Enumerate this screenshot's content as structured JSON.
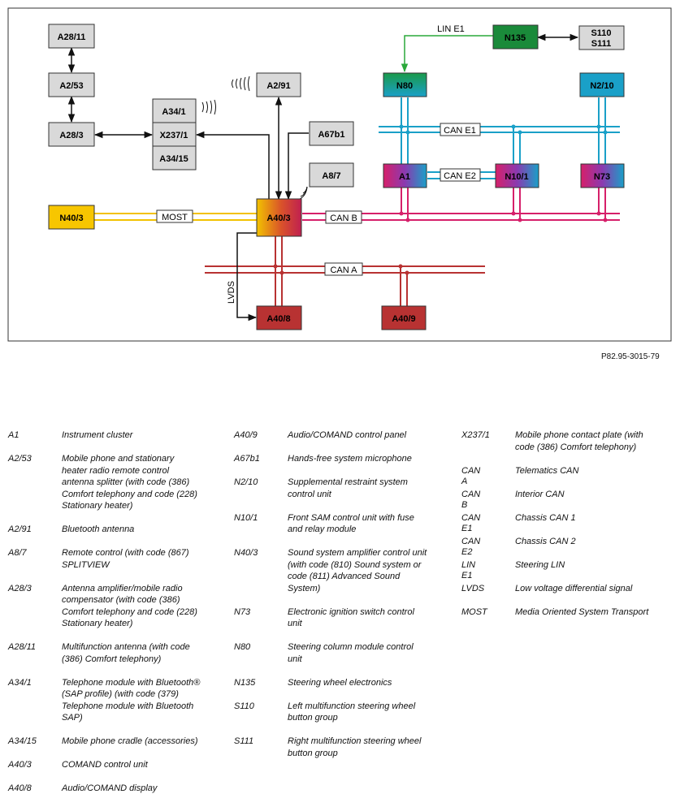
{
  "figure_id": "P82.95-3015-79",
  "boxes": {
    "A28_11": "A28/11",
    "A2_53": "A2/53",
    "A28_3": "A28/3",
    "A34_1": "A34/1",
    "X237_1": "X237/1",
    "A34_15": "A34/15",
    "A2_91": "A2/91",
    "A67b1": "A67b1",
    "A8_7": "A8/7",
    "N40_3": "N40/3",
    "A40_3": "A40/3",
    "A40_8": "A40/8",
    "A40_9": "A40/9",
    "N135": "N135",
    "S110": "S110",
    "S111": "S111",
    "N80": "N80",
    "N2_10": "N2/10",
    "A1": "A1",
    "N10_1": "N10/1",
    "N73": "N73"
  },
  "buses": {
    "lin_e1": "LIN E1",
    "can_e1": "CAN E1",
    "can_e2": "CAN E2",
    "can_b": "CAN B",
    "can_a": "CAN A",
    "most": "MOST",
    "lvds": "LVDS"
  },
  "colors": {
    "most": "#f2c200",
    "can_b": "#d6206a",
    "can_a": "#b83232",
    "can_e": "#1aa0c8",
    "lin": "#2aa83a",
    "box_gray": "#d9d9d9"
  },
  "legend": [
    [
      {
        "code": "A1",
        "desc": [
          "Instrument cluster"
        ]
      },
      {
        "code": "A2/53",
        "desc": [
          "Mobile phone and stationary",
          "heater radio remote control",
          "antenna splitter (with code (386)",
          "Comfort telephony and code (228)",
          "Stationary heater)"
        ]
      },
      {
        "code": "A2/91",
        "desc": [
          "Bluetooth antenna"
        ]
      },
      {
        "code": "A8/7",
        "desc": [
          "Remote control (with code (867)",
          "SPLITVIEW"
        ]
      },
      {
        "code": "A28/3",
        "desc": [
          "Antenna amplifier/mobile radio",
          "compensator (with code (386)",
          "Comfort telephony and code (228)",
          "Stationary heater)"
        ]
      },
      {
        "code": "A28/11",
        "desc": [
          "Multifunction antenna (with code",
          "(386) Comfort telephony)"
        ]
      },
      {
        "code": "A34/1",
        "desc": [
          "Telephone module with Bluetooth®",
          "(SAP profile) (with code (379)",
          "Telephone module with Bluetooth",
          "SAP)"
        ]
      },
      {
        "code": "A34/15",
        "desc": [
          "Mobile phone cradle (accessories)"
        ]
      },
      {
        "code": "A40/3",
        "desc": [
          "COMAND control unit"
        ]
      },
      {
        "code": "A40/8",
        "desc": [
          "Audio/COMAND display"
        ]
      }
    ],
    [
      {
        "code": "A40/9",
        "desc": [
          "Audio/COMAND control panel"
        ]
      },
      {
        "code": "A67b1",
        "desc": [
          "Hands-free system microphone"
        ]
      },
      {
        "code": "N2/10",
        "desc": [
          "Supplemental restraint system",
          "control unit"
        ]
      },
      {
        "code": "N10/1",
        "desc": [
          "Front SAM control unit with fuse",
          "and relay module"
        ]
      },
      {
        "code": "N40/3",
        "desc": [
          "Sound system amplifier control unit",
          "(with code (810) Sound system or",
          "code (811) Advanced Sound",
          "System)"
        ]
      },
      {
        "code": "N73",
        "desc": [
          "Electronic ignition switch control",
          "unit"
        ]
      },
      {
        "code": "N80",
        "desc": [
          "Steering column module control",
          "unit"
        ]
      },
      {
        "code": "N135",
        "desc": [
          "Steering wheel electronics"
        ]
      },
      {
        "code": "S110",
        "desc": [
          "Left multifunction steering wheel",
          "button group"
        ]
      },
      {
        "code": "S111",
        "desc": [
          "Right multifunction steering wheel",
          "button group"
        ]
      }
    ],
    [
      {
        "code": "X237/1",
        "desc": [
          "Mobile phone contact plate (with",
          "code (386) Comfort telephony)"
        ]
      },
      {
        "code": "CAN A",
        "desc": [
          "Telematics CAN"
        ]
      },
      {
        "code": "CAN B",
        "desc": [
          "Interior CAN"
        ]
      },
      {
        "code": "CAN E1",
        "desc": [
          "Chassis CAN 1"
        ]
      },
      {
        "code": "CAN E2",
        "desc": [
          "Chassis CAN 2"
        ]
      },
      {
        "code": "LIN E1",
        "desc": [
          "Steering LIN"
        ]
      },
      {
        "code": "LVDS",
        "desc": [
          "Low voltage differential signal"
        ]
      },
      {
        "code": "MOST",
        "desc": [
          "Media Oriented System Transport"
        ]
      }
    ]
  ]
}
